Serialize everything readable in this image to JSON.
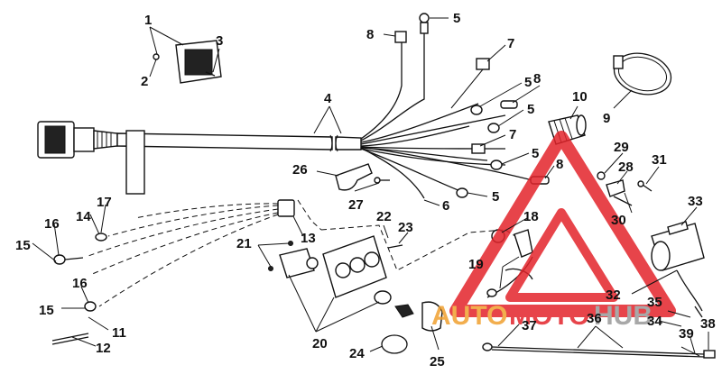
{
  "colors": {
    "ink": "#111111",
    "watermark_red": "#e3242b",
    "watermark_orange": "#f0a030",
    "watermark_gray": "#9a9a9a"
  },
  "watermark": {
    "part1": "AUTO",
    "part2": "MOTO",
    "part3": "HUB"
  },
  "callouts": {
    "c1": "1",
    "c2": "2",
    "c3": "3",
    "c4": "4",
    "c5a": "5",
    "c5b": "5",
    "c5c": "5",
    "c5d": "5",
    "c5e": "5",
    "c6": "6",
    "c7a": "7",
    "c7b": "7",
    "c8a": "8",
    "c8b": "8",
    "c8c": "8",
    "c9": "9",
    "c10": "10",
    "c11": "11",
    "c12": "12",
    "c13": "13",
    "c14": "14",
    "c15a": "15",
    "c15b": "15",
    "c16a": "16",
    "c16b": "16",
    "c17": "17",
    "c18": "18",
    "c19": "19",
    "c20": "20",
    "c21": "21",
    "c22": "22",
    "c23": "23",
    "c24": "24",
    "c25": "25",
    "c26": "26",
    "c27": "27",
    "c28": "28",
    "c29": "29",
    "c30": "30",
    "c31": "31",
    "c32": "32",
    "c33": "33",
    "c34": "34",
    "c35": "35",
    "c36": "36",
    "c37": "37",
    "c38": "38",
    "c39": "39"
  }
}
